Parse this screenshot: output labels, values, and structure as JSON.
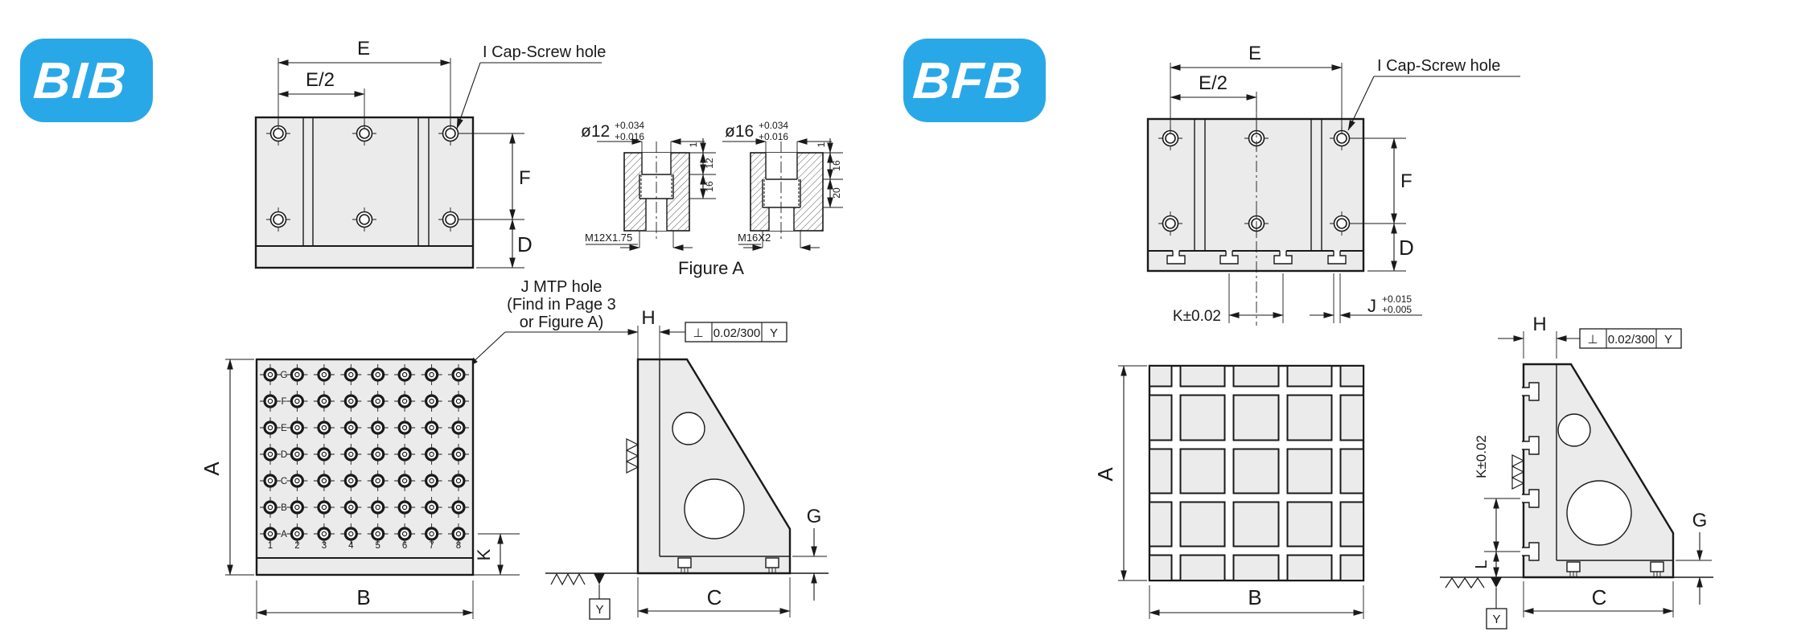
{
  "colors": {
    "badge_blue": "#29a8e8",
    "line": "#1a1a1a",
    "plate_gray": "#ebebeb"
  },
  "bib": {
    "badge": "BIB",
    "top_view": {
      "e": "E",
      "e_half": "E/2",
      "cap_screw": "I  Cap-Screw hole",
      "f": "F",
      "d": "D"
    },
    "figure_a": {
      "caption": "Figure A",
      "m12": {
        "dia": "ø12",
        "tol_up": "+0.034",
        "tol_low": "+0.016",
        "thread": "M12X1.75",
        "d1": "1",
        "d2": "12",
        "d3": "16"
      },
      "m16": {
        "dia": "ø16",
        "tol_up": "+0.034",
        "tol_low": "+0.016",
        "thread": "M16X2",
        "d1": "1",
        "d2": "16",
        "d3": "20"
      }
    },
    "note": {
      "l1": "J  MTP  hole",
      "l2": "(Find in Page 3",
      "l3": "or Figure A)"
    },
    "front_view": {
      "a": "A",
      "b": "B",
      "k": "K",
      "rows": [
        "G",
        "F",
        "E",
        "D",
        "C",
        "B",
        "A"
      ],
      "cols": [
        "1",
        "2",
        "3",
        "4",
        "5",
        "6",
        "7",
        "8"
      ]
    },
    "side_view": {
      "h": "H",
      "fcf_sym": "⊥",
      "fcf_tol": "0.02/300",
      "fcf_datum": "Y",
      "g": "G",
      "c": "C",
      "datum": "Y"
    }
  },
  "bfb": {
    "badge": "BFB",
    "top_view": {
      "e": "E",
      "e_half": "E/2",
      "cap_screw": "I  Cap-Screw hole",
      "f": "F",
      "d": "D",
      "k": "K±0.02",
      "j": "J",
      "j_tol_up": "+0.015",
      "j_tol_low": "+0.005"
    },
    "front_view": {
      "a": "A",
      "b": "B"
    },
    "side_view": {
      "h": "H",
      "fcf_sym": "⊥",
      "fcf_tol": "0.02/300",
      "fcf_datum": "Y",
      "k": "K±0.02",
      "l": "L",
      "g": "G",
      "c": "C",
      "datum": "Y"
    }
  }
}
